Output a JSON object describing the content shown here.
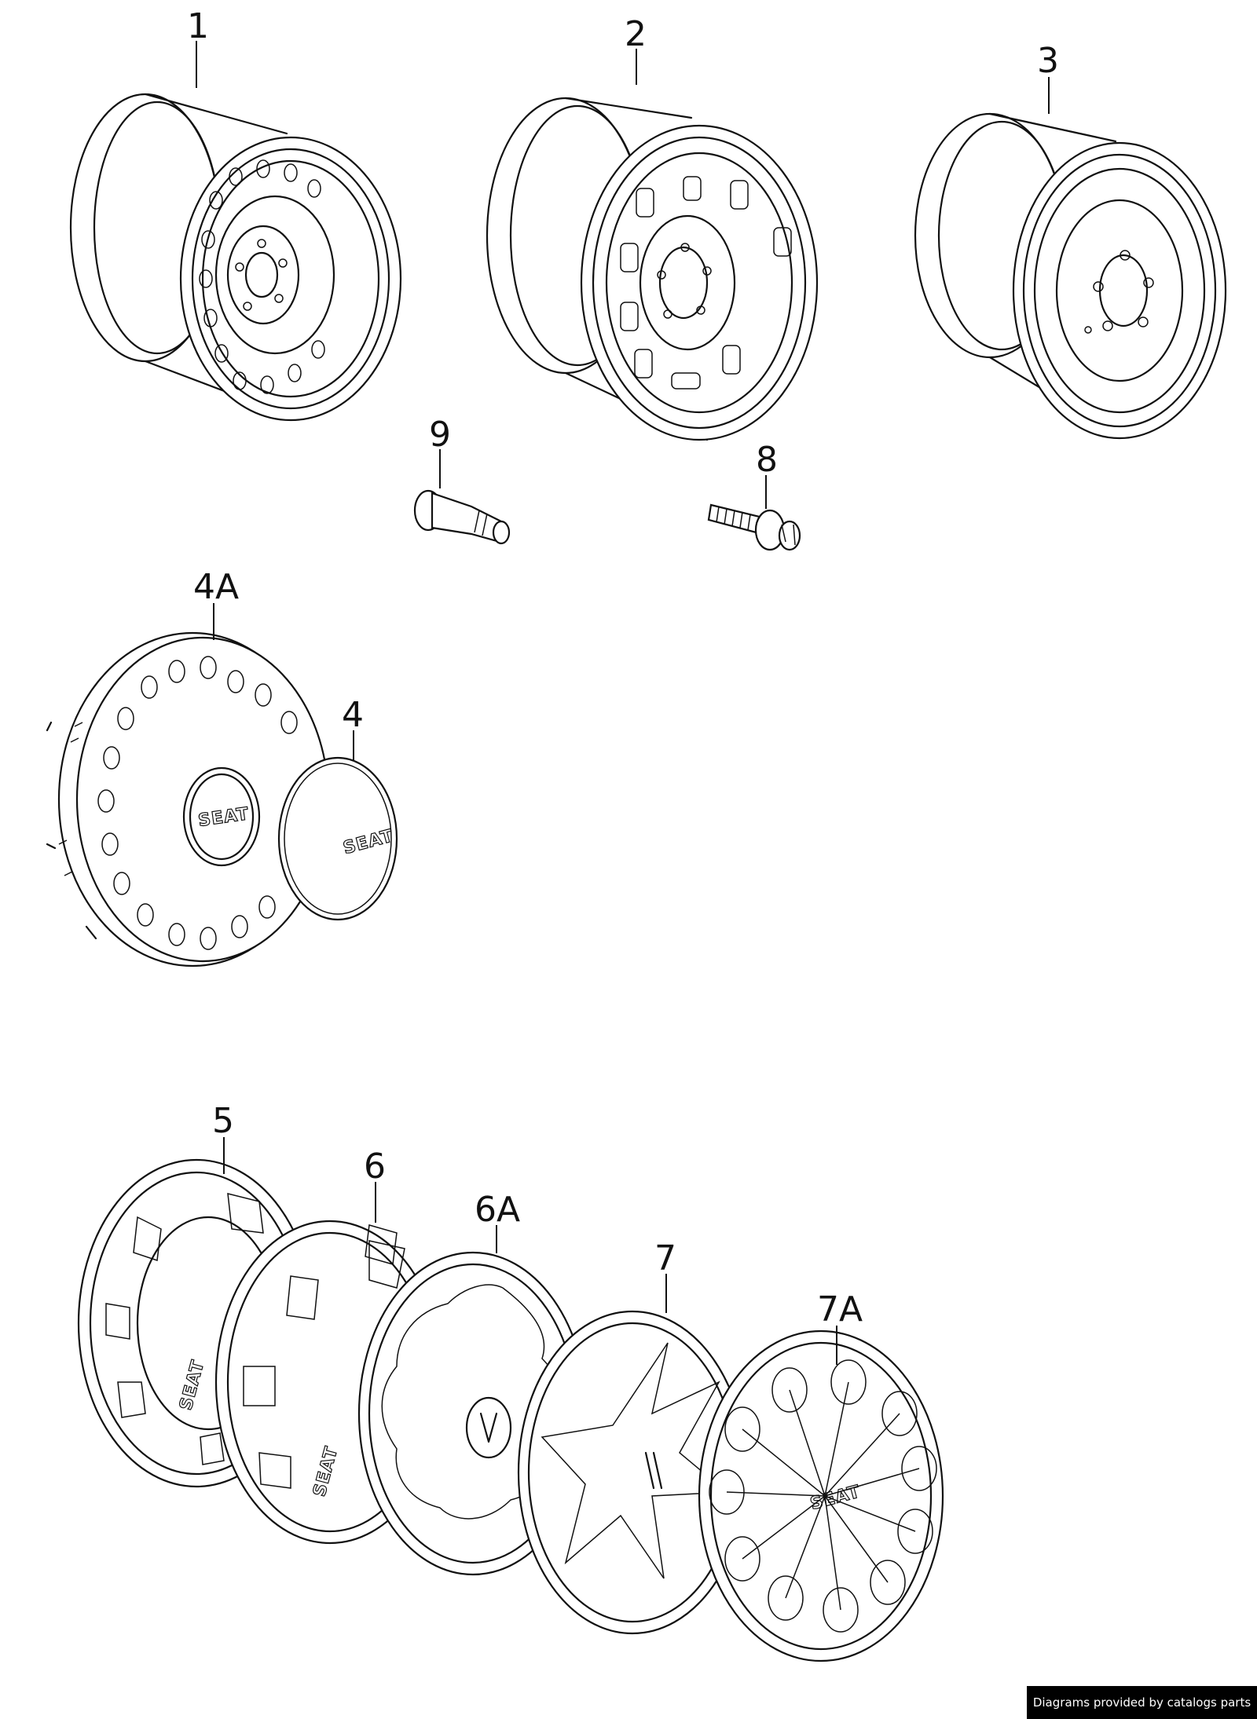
{
  "credit": "Diagrams provided by catalogs parts",
  "callouts": {
    "p1": "1",
    "p2": "2",
    "p3": "3",
    "p9": "9",
    "p8": "8",
    "p4a": "4A",
    "p4": "4",
    "p5": "5",
    "p6": "6",
    "p6a": "6A",
    "p7": "7",
    "p7a": "7A"
  },
  "logos": {
    "hubcap_4a": "SEAT",
    "cap_4": "SEAT",
    "cover_5": "SEAT",
    "cover_6": "SEAT",
    "cover_7a": "SEAT"
  }
}
